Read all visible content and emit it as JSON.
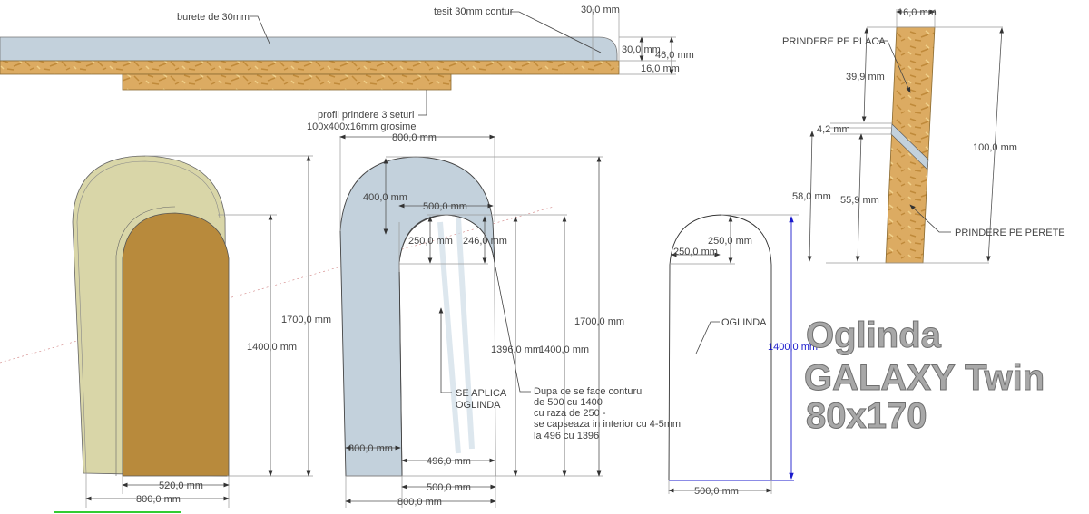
{
  "colors": {
    "foam": "#c3d1dc",
    "chipboard": "#d9a860",
    "arch_outer": "#d9d6a8",
    "arch_inner": "#b88a3c",
    "title": "#a8a8a8",
    "blue_dim": "#1a1acc"
  },
  "top_section": {
    "foam_label": "burete de 30mm",
    "bevel_label": "tesit 30mm contur",
    "dim_bevel": "30,0 mm",
    "dim_foam": "30,0 mm",
    "dim_total": "46,0 mm",
    "dim_board": "16,0 mm",
    "profile_label_1": "profil prindere 3 seturi",
    "profile_label_2": "100x400x16mm grosime"
  },
  "arch_3d": {
    "height_outer": "1700,0 mm",
    "height_inner": "1400,0 mm",
    "width_inner": "520,0 mm",
    "width_outer": "800,0 mm"
  },
  "arch_frame": {
    "width_top": "800,0 mm",
    "radius_outer": "400,0 mm",
    "width_opening": "500,0 mm",
    "radius_inner": "250,0 mm",
    "radius_inner_reduced": "246,0 mm",
    "height_reduced": "1396,0 mm",
    "height_opening": "1400,0 mm",
    "height_total": "1700,0 mm",
    "side_width": "300,0 mm",
    "width_reduced": "496,0 mm",
    "width_bottom_inner": "500,0 mm",
    "width_bottom": "800,0 mm",
    "mirror_note_1": "SE APLICA",
    "mirror_note_2": "OGLINDA",
    "note_lines": [
      "Dupa ce se face conturul",
      "de 500 cu 1400",
      "cu raza de 250 -",
      "se capseaza in interior cu 4-5mm",
      "la 496 cu 1396"
    ]
  },
  "mirror": {
    "radius_v": "250,0 mm",
    "radius_h": "250,0 mm",
    "label": "OGLINDA",
    "height": "1400,0 mm",
    "width": "500,0 mm"
  },
  "title": {
    "line1": "Oglinda",
    "line2": "GALAXY  Twin",
    "line3": "80x170"
  },
  "bracket": {
    "thickness": "16,0 mm",
    "label_top": "PRINDERE PE PLACA",
    "label_bottom": "PRINDERE PE PERETE",
    "dim_top": "39,9 mm",
    "dim_gap": "4,2 mm",
    "dim_lower_outer": "58,0 mm",
    "dim_lower_inner": "55,9 mm",
    "dim_total": "100,0 mm"
  }
}
